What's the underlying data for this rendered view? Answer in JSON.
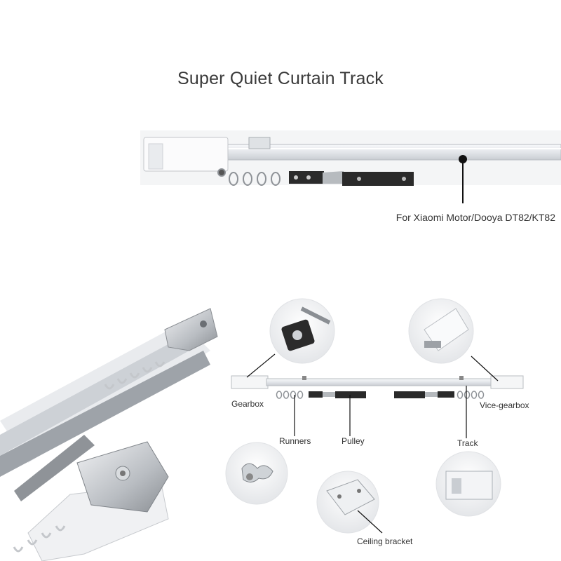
{
  "title": "Super Quiet Curtain Track",
  "caption": "For Xiaomi Motor/Dooya DT82/KT82",
  "parts": {
    "gearbox": "Gearbox",
    "vice_gearbox": "Vice-gearbox",
    "runners": "Runners",
    "pulley": "Pulley",
    "track": "Track",
    "ceiling_bracket": "Ceiling bracket"
  }
}
